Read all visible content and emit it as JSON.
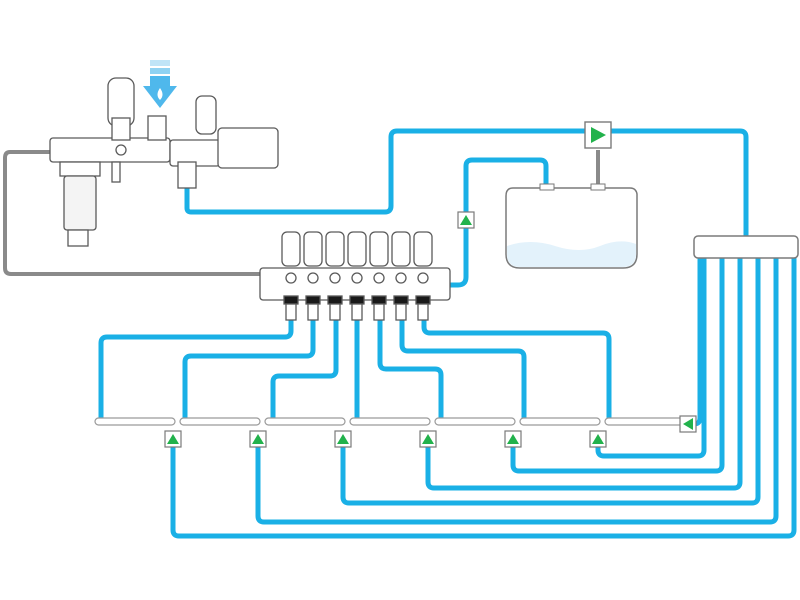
{
  "diagram": {
    "type": "irrigation-schematic",
    "colors": {
      "background": "#ffffff",
      "water_pipe": "#1ab0e6",
      "supply_pipe": "#8a8a8a",
      "valve_flow_indicator": "#22b24c",
      "inflow_arrow": "#4fb8ec",
      "tank_water": "#e3f2fb",
      "outline": "#4a4a4a"
    },
    "icons": {
      "inflow": "water-drop-down-arrow-icon",
      "flow": "green-triangle-arrow-icon"
    },
    "components": {
      "filter_assembly": "water-filter-with-valves",
      "manifold": "solenoid-valve-manifold",
      "manifold_valve_count": 7,
      "tank": "reservoir-tank",
      "distribution_header": "multi-outlet-header",
      "emitter_line_count": 7,
      "header_outlet_count": 7
    },
    "labels": []
  }
}
